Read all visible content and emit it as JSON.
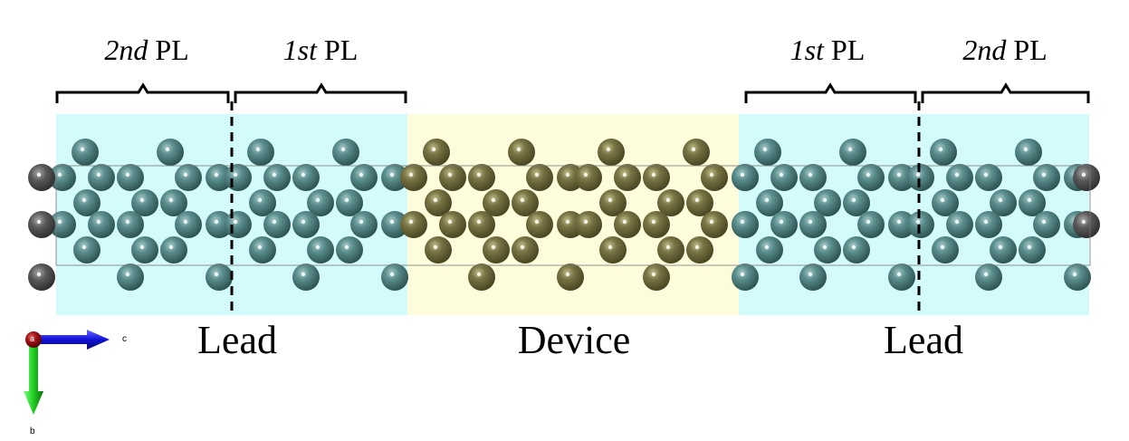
{
  "principal_layers": [
    {
      "ordinal": "2nd",
      "suffix": "PL"
    },
    {
      "ordinal": "1st",
      "suffix": "PL"
    },
    {
      "ordinal": "1st",
      "suffix": "PL"
    },
    {
      "ordinal": "2nd",
      "suffix": "PL"
    }
  ],
  "regions": {
    "left": "Lead",
    "center": "Device",
    "right": "Lead"
  },
  "axes": {
    "origin": "a",
    "horizontal": "c",
    "vertical": "b"
  },
  "colors": {
    "lead_fill": "#d4fbfb",
    "device_fill": "#fdfddb",
    "lead_atom": "#4d7f7e",
    "device_atom": "#6e6a3d",
    "edge_atom": "#555555",
    "axis_c": "#1111dd",
    "axis_b": "#22cc22",
    "axis_a": "#a01010"
  }
}
